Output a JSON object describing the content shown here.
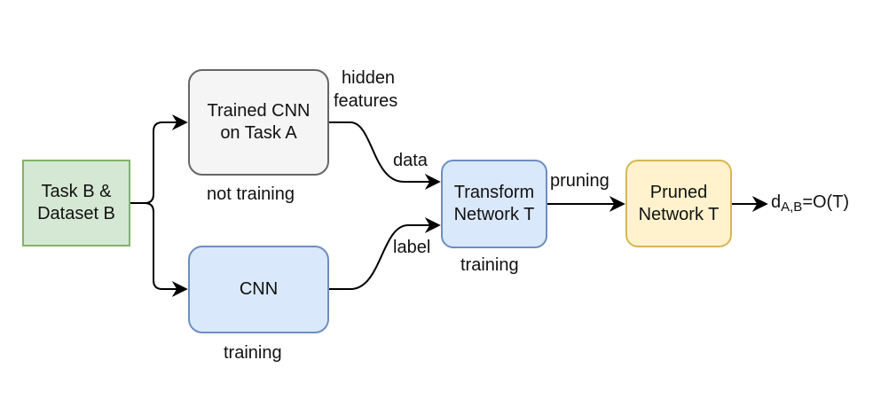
{
  "nodes": {
    "task_b": {
      "line1": "Task B &",
      "line2": "Dataset B",
      "fill": "#d5e8d4",
      "stroke": "#82b366"
    },
    "trained_cnn": {
      "line1": "Trained CNN",
      "line2": "on Task A",
      "fill": "#f5f5f5",
      "stroke": "#666666"
    },
    "cnn": {
      "label": "CNN",
      "fill": "#dae8fc",
      "stroke": "#6c8ebf"
    },
    "transform": {
      "line1": "Transform",
      "line2": "Network T",
      "fill": "#dae8fc",
      "stroke": "#6c8ebf"
    },
    "pruned": {
      "line1": "Pruned",
      "line2": "Network T",
      "fill": "#fff2cc",
      "stroke": "#d6b656"
    }
  },
  "labels": {
    "hidden_features_1": "hidden",
    "hidden_features_2": "features",
    "not_training": "not training",
    "cnn_training": "training",
    "transform_training": "training",
    "data": "data",
    "label": "label",
    "pruning": "pruning",
    "output_d": "d",
    "output_sub": "A,B",
    "output_rest": "=O(T)"
  }
}
